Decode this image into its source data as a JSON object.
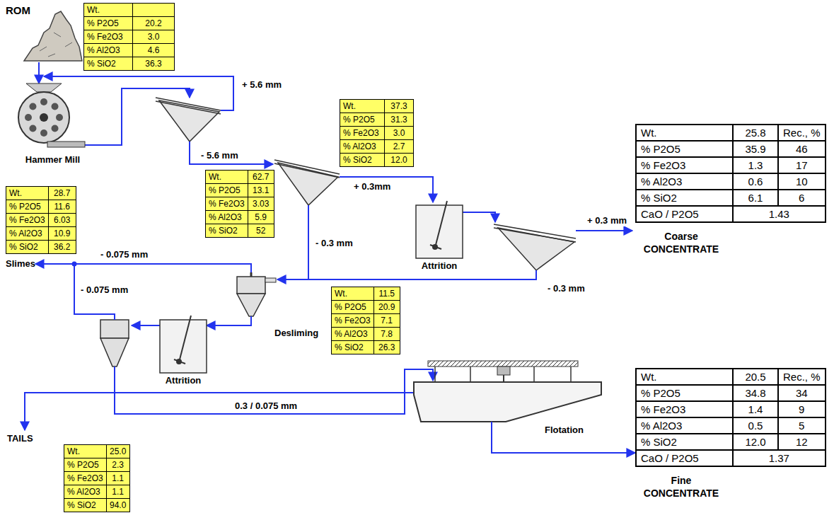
{
  "diagram": {
    "nodes": [
      {
        "text": [
          "ROM"
        ]
      },
      {
        "text": [
          "Wt.",
          "% P2O5",
          "20.2",
          "% Fe2O3",
          "3.0",
          "% Al2O3",
          "4.6",
          "% SiO2",
          "36.3"
        ]
      },
      {
        "text": [
          "Wt.",
          "37.3",
          "% P2O5",
          "31.3",
          "% Fe2O3",
          "3.0",
          "% Al2O3",
          "2.7",
          "% SiO2",
          "12.0"
        ]
      },
      {
        "text": [
          "Wt.",
          "25.8",
          "Rec., %",
          "% P2O5",
          "35.9",
          "46",
          "% Fe2O3",
          "1.3",
          "17",
          "% Al2O3",
          "0.6",
          "10",
          "% SiO2",
          "6.1",
          "6",
          "CaO / P2O5",
          "1.43",
          "Coarse CONCENTRATE"
        ]
      },
      {
        "text": [
          "Hammer Mill"
        ]
      },
      {
        "text": [
          "Wt.",
          "28.7",
          "% P2O5",
          "11.6",
          "% Fe2O3",
          "6.03",
          "% Al2O3",
          "10.9",
          "% SiO2",
          "36.2"
        ]
      },
      {
        "text": [
          "Wt.",
          "62.7",
          "% P2O5",
          "13.1",
          "% Fe2O3",
          "3.03",
          "% Al2O3",
          "5.9",
          "% SiO2",
          "52"
        ]
      },
      {
        "text": [
          "Attrition"
        ]
      },
      {
        "text": [
          "Slimes"
        ]
      },
      {
        "text": [
          "Desliming"
        ]
      },
      {
        "text": [
          "Wt.",
          "11.5",
          "% P2O5",
          "20.9",
          "% Fe2O3",
          "7.1",
          "% Al2O3",
          "7.8",
          "% SiO2",
          "26.3"
        ]
      },
      {
        "text": [
          "Attrition"
        ]
      },
      {
        "text": [
          "Flotation"
        ]
      },
      {
        "text": [
          "Wt.",
          "20.5",
          "Rec., %",
          "% P2O5",
          "34.8",
          "34",
          "% Fe2O3",
          "1.4",
          "9",
          "% Al2O3",
          "0.5",
          "5",
          "% SiO2",
          "12.0",
          "12",
          "CaO / P2O5",
          "1.37",
          "Fine CONCENTRATE"
        ]
      },
      {
        "text": [
          "TAILS",
          "Wt.",
          "25.0",
          "% P2O5",
          "2.3",
          "% Fe2O3",
          "1.1",
          "% Al2O3",
          "1.1",
          "% SiO2",
          "94.0"
        ]
      }
    ],
    "edges": [
      {
        "from": 0,
        "to": 4,
        "arrow": "to"
      },
      {
        "from": 9,
        "to": 8,
        "label": "- 0.075 mm",
        "arrow": "to"
      },
      {
        "from": 9,
        "to": 11,
        "arrow": "to"
      },
      {
        "from": 12,
        "to": 13,
        "arrow": "to"
      },
      {
        "from": 12,
        "to": 14,
        "arrow": "to"
      }
    ],
    "labels": [
      "+ 5.6 mm",
      "- 5.6 mm",
      "+ 0.3mm",
      "- 0.3 mm",
      "+ 0.3 mm",
      "- 0.3 mm",
      "- 0.075 mm",
      "0.3 / 0.075 mm"
    ]
  }
}
